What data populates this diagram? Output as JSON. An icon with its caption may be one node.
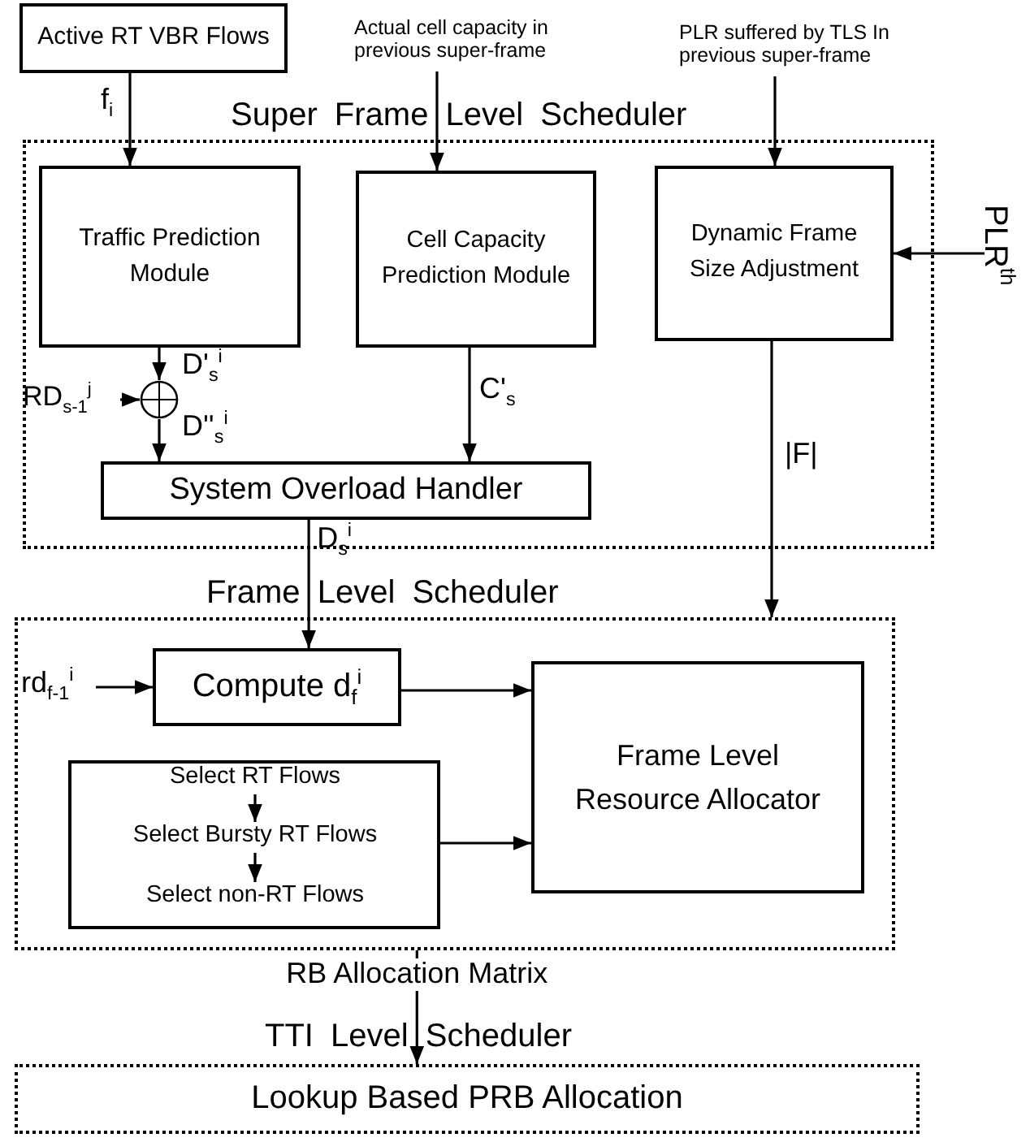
{
  "diagram": {
    "nodes": [
      {
        "text": [
          "Active RT VBR Flows"
        ]
      },
      {
        "text": [
          "Actual cell capacity in previous super-frame"
        ]
      },
      {
        "text": [
          "PLR suffered by TLS In previous super-frame"
        ]
      },
      {
        "text": [
          "Super Frame Level Scheduler"
        ]
      },
      {
        "text": [
          "Traffic Prediction Module"
        ],
        "in": 3
      },
      {
        "text": [
          "Cell Capacity Prediction Module"
        ],
        "in": 3
      },
      {
        "text": [
          "Dynamic Frame Size Adjustment"
        ],
        "in": 3
      },
      {
        "text": [],
        "shape": "circle",
        "in": 3
      },
      {
        "text": [
          "RD$_{s-1}$$^{j}$"
        ],
        "in": 3
      },
      {
        "text": [
          "System Overload Handler"
        ],
        "in": 3
      },
      {
        "text": [
          "PLR$^{th}$"
        ]
      },
      {
        "text": [
          "Frame Level Scheduler"
        ]
      },
      {
        "text": [
          "rd$_{f-1}$$^{i}$"
        ],
        "in": 11
      },
      {
        "text": [
          "Compute d$_{f}$$^{i}$"
        ],
        "in": 11
      },
      {
        "text": [
          "Frame Level Resource Allocator"
        ],
        "in": 11
      },
      {
        "text": [],
        "shape": "box",
        "in": 11
      },
      {
        "text": [
          "Select RT Flows"
        ],
        "in": 15
      },
      {
        "text": [
          "Select Bursty RT Flows"
        ],
        "in": 15
      },
      {
        "text": [
          "Select non-RT Flows"
        ],
        "in": 15
      },
      {
        "text": [
          "TTI Level Scheduler",
          "Lookup Based PRB Allocation"
        ]
      }
    ],
    "edges": [
      {
        "from": 0,
        "to": 4,
        "arrow": "to",
        "label": "f$_{i}$"
      },
      {
        "from": 1,
        "to": 5,
        "arrow": "to"
      },
      {
        "from": 2,
        "to": 6,
        "arrow": "to"
      },
      {
        "from": 10,
        "to": 6,
        "arrow": "to"
      },
      {
        "from": 4,
        "to": 7,
        "arrow": "to",
        "label": "D'$_{s}$$^{i}$"
      },
      {
        "from": 8,
        "to": 7,
        "arrow": "to"
      },
      {
        "from": 7,
        "to": 9,
        "arrow": "to",
        "label": "D''$_{s}$$^{i}$"
      },
      {
        "from": 5,
        "to": 9,
        "arrow": "to",
        "label": "C'$_{s}$"
      },
      {
        "from": 9,
        "to": 13,
        "arrow": "to",
        "label": "D$_{s}$$^{i}$"
      },
      {
        "from": 6,
        "to": 11,
        "arrow": "to",
        "label": "|F|"
      },
      {
        "from": 12,
        "to": 13,
        "arrow": "to"
      },
      {
        "from": 13,
        "to": 14,
        "arrow": "to"
      },
      {
        "from": 15,
        "to": 14,
        "arrow": "to"
      },
      {
        "from": 16,
        "to": 17,
        "arrow": "to"
      },
      {
        "from": 17,
        "to": 18,
        "arrow": "to"
      },
      {
        "from": 11,
        "to": 19,
        "arrow": "to",
        "label": "RB Allocation Matrix"
      }
    ]
  }
}
